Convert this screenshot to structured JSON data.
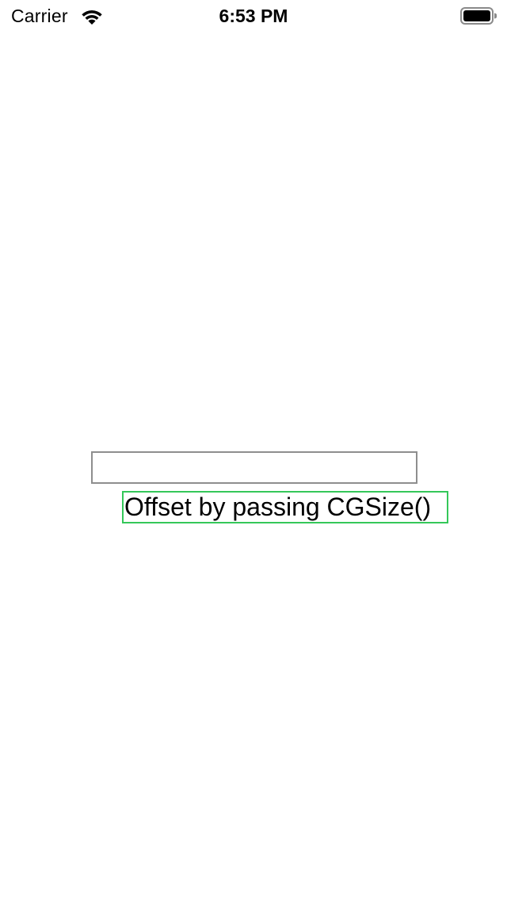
{
  "status_bar": {
    "carrier": "Carrier",
    "time": "6:53 PM",
    "wifi_icon": "wifi-icon",
    "battery_icon": "battery-icon"
  },
  "content": {
    "offset_label": "Offset by passing CGSize()",
    "colors": {
      "gray_border": "#8e8e8e",
      "green_border": "#34c759"
    }
  }
}
